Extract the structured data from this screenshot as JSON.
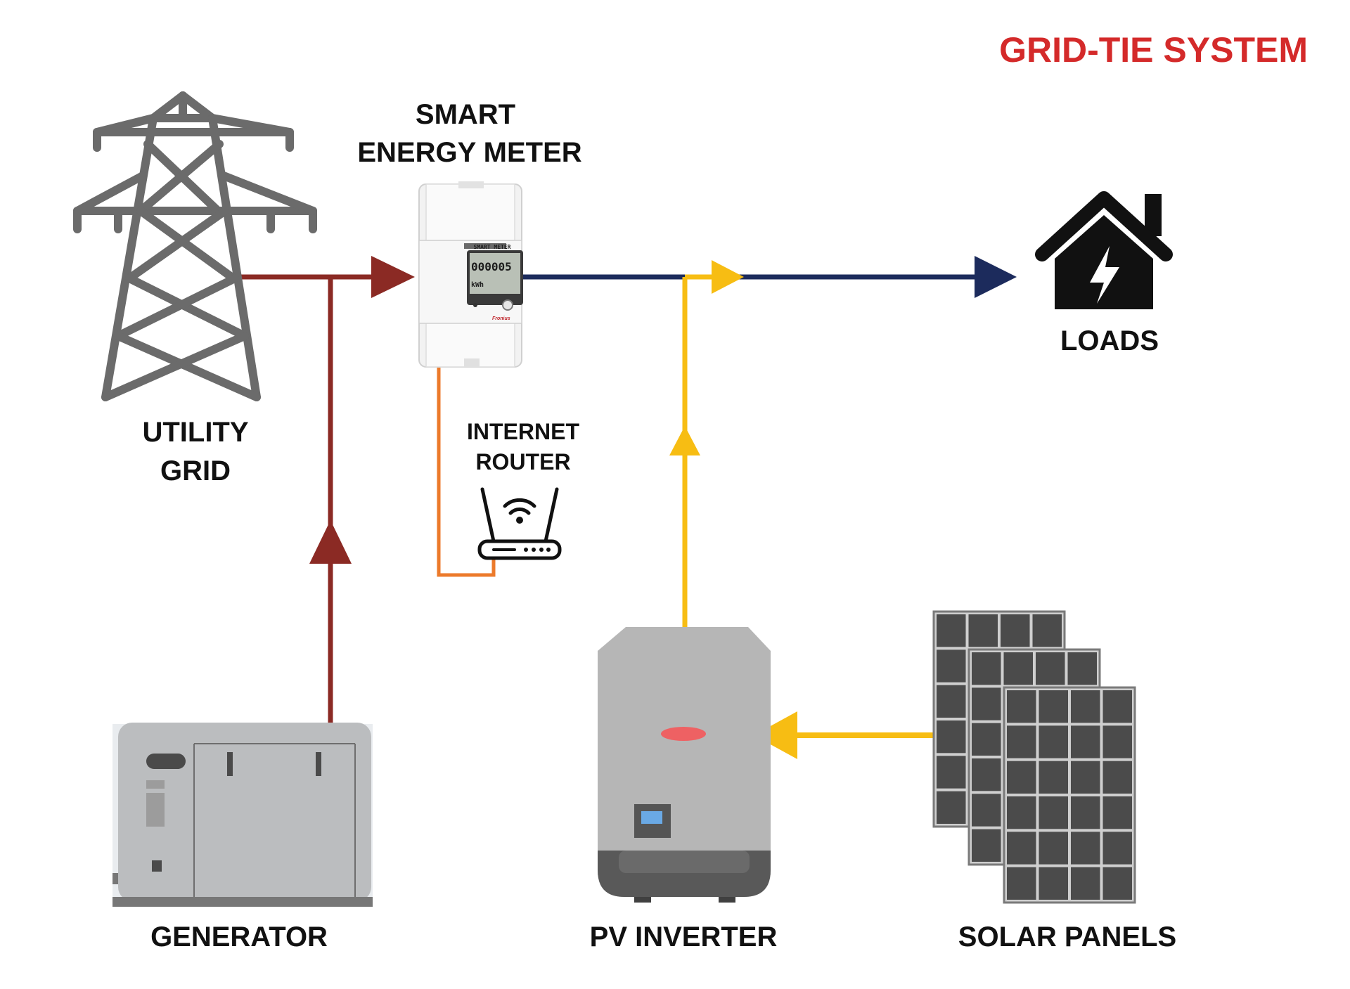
{
  "title": "GRID-TIE SYSTEM",
  "nodes": {
    "utility_grid": {
      "line1": "UTILITY",
      "line2": "GRID",
      "icon": "transmission-tower-icon"
    },
    "smart_meter": {
      "line1": "SMART",
      "line2": "ENERGY METER",
      "icon": "smart-meter-icon",
      "device_label": "SMART METER",
      "reading": "000005",
      "unit": "kWh",
      "brand": "Fronius"
    },
    "internet_router": {
      "line1": "INTERNET",
      "line2": "ROUTER",
      "icon": "wifi-router-icon"
    },
    "loads": {
      "label": "LOADS",
      "icon": "house-lightning-icon"
    },
    "generator": {
      "label": "GENERATOR",
      "icon": "generator-icon"
    },
    "pv_inverter": {
      "label": "PV INVERTER",
      "icon": "inverter-icon"
    },
    "solar_panels": {
      "label": "SOLAR PANELS",
      "icon": "solar-panel-icon"
    }
  },
  "connections": [
    {
      "from": "utility_grid",
      "to": "smart_meter",
      "color": "#8b2a24"
    },
    {
      "from": "generator",
      "to": "smart_meter",
      "color": "#8b2a24"
    },
    {
      "from": "smart_meter",
      "to": "loads",
      "color": "#1c2b5c"
    },
    {
      "from": "pv_inverter",
      "to": "loads",
      "color": "#f7bd13"
    },
    {
      "from": "solar_panels",
      "to": "pv_inverter",
      "color": "#f7bd13"
    },
    {
      "from": "smart_meter",
      "to": "internet_router",
      "color": "#ec7a2b"
    }
  ],
  "colors": {
    "title": "#d42a2a",
    "grid_line": "#8b2a24",
    "load_line": "#1c2b5c",
    "solar_line": "#f7bd13",
    "data_line": "#ec7a2b"
  }
}
